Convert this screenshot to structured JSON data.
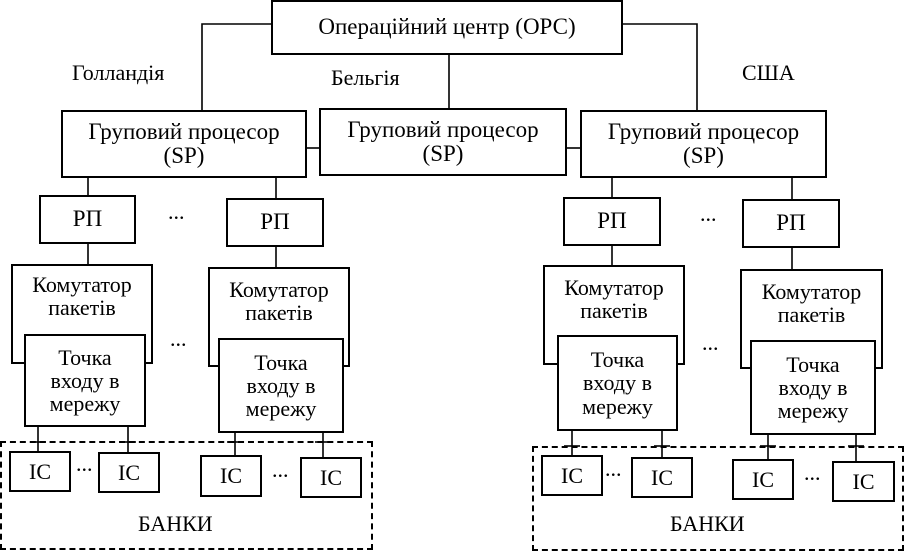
{
  "ops_center": "Операційний центр (ОРС)",
  "countries": {
    "netherlands": "Голландія",
    "belgium": "Бельгія",
    "usa": "США"
  },
  "group_processor": {
    "line1": "Груповий процесор",
    "line2": "(SP)"
  },
  "rp": "РП",
  "packet_switch": {
    "line1": "Комутатор",
    "line2": "пакетів"
  },
  "access_point": {
    "line1": "Точка",
    "line2": "входу в",
    "line3": "мережу"
  },
  "ic": "ІС",
  "ellipsis": "...",
  "banks": "БАНКИ"
}
